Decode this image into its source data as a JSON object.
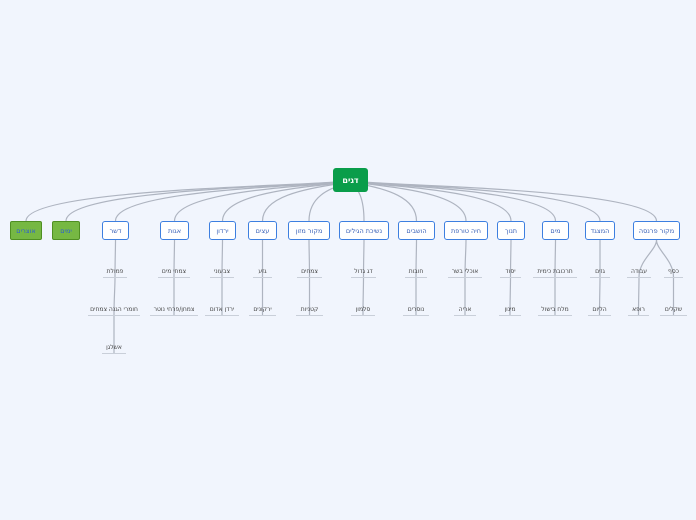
{
  "root": {
    "label": "דגים"
  },
  "main": [
    {
      "id": "m0",
      "label": "אוצרים",
      "style": "green"
    },
    {
      "id": "m1",
      "label": "ימים",
      "style": "green"
    },
    {
      "id": "m2",
      "label": "דשר"
    },
    {
      "id": "m3",
      "label": "אגות"
    },
    {
      "id": "m4",
      "label": "ירדון"
    },
    {
      "id": "m5",
      "label": "עצים"
    },
    {
      "id": "m6",
      "label": "מקור מזון"
    },
    {
      "id": "m7",
      "label": "נשיכת הגילים"
    },
    {
      "id": "m8",
      "label": "הושבים"
    },
    {
      "id": "m9",
      "label": "חיה טורפת"
    },
    {
      "id": "m10",
      "label": "תנוך"
    },
    {
      "id": "m11",
      "label": "מים"
    },
    {
      "id": "m12",
      "label": "המצגד"
    },
    {
      "id": "m13",
      "label": "מקור פרנסה"
    }
  ],
  "subs": [
    {
      "id": "s2a",
      "parent": "m2",
      "label": "פמולת"
    },
    {
      "id": "s2b",
      "parent": "s2a",
      "label": "חומרי הגנה צמחים"
    },
    {
      "id": "s2c",
      "parent": "s2b",
      "label": "אשלגן"
    },
    {
      "id": "s3a",
      "parent": "m3",
      "label": "צמחי מים"
    },
    {
      "id": "s3b",
      "parent": "s3a",
      "label": "צמחן/פרחי נוטר"
    },
    {
      "id": "s4a",
      "parent": "m4",
      "label": "צבעוני"
    },
    {
      "id": "s4b",
      "parent": "s4a",
      "label": "ירדן אדום"
    },
    {
      "id": "s5a",
      "parent": "m5",
      "label": "גזע"
    },
    {
      "id": "s5b",
      "parent": "s5a",
      "label": "ירקונים"
    },
    {
      "id": "s6a",
      "parent": "m6",
      "label": "צמחים"
    },
    {
      "id": "s6b",
      "parent": "s6a",
      "label": "קטניות"
    },
    {
      "id": "s7a",
      "parent": "m7",
      "label": "דג גדול"
    },
    {
      "id": "s7b",
      "parent": "s7a",
      "label": "סלמון"
    },
    {
      "id": "s8a",
      "parent": "m8",
      "label": "חובות"
    },
    {
      "id": "s8b",
      "parent": "s8a",
      "label": "נוסרים"
    },
    {
      "id": "s9a",
      "parent": "m9",
      "label": "אוכלי בשר"
    },
    {
      "id": "s9b",
      "parent": "s9a",
      "label": "אריה"
    },
    {
      "id": "s10a",
      "parent": "m10",
      "label": "יסוד"
    },
    {
      "id": "s10b",
      "parent": "s10a",
      "label": "מינון"
    },
    {
      "id": "s11a",
      "parent": "m11",
      "label": "תרכובת כימית"
    },
    {
      "id": "s11b",
      "parent": "s11a",
      "label": "מלח בישול"
    },
    {
      "id": "s12a",
      "parent": "m12",
      "label": "גזים"
    },
    {
      "id": "s12b",
      "parent": "s12a",
      "label": "הליום"
    },
    {
      "id": "s13a",
      "parent": "m13",
      "label": "עבודה"
    },
    {
      "id": "s13b",
      "parent": "s13a",
      "label": "רופא"
    },
    {
      "id": "s13c",
      "parent": "m13",
      "label": "כסף"
    },
    {
      "id": "s13d",
      "parent": "s13c",
      "label": "שקלים"
    }
  ]
}
